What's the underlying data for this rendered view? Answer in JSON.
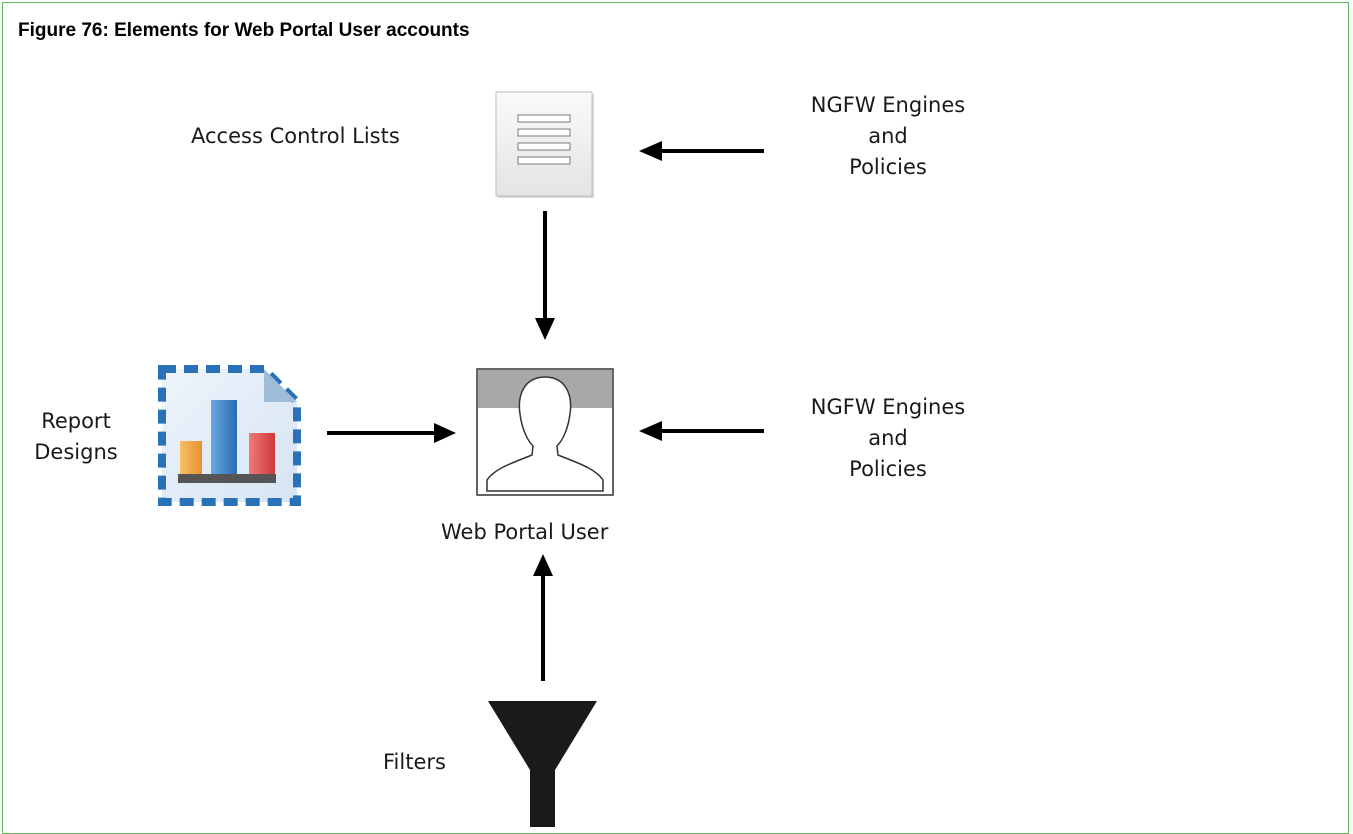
{
  "figure": {
    "caption": "Figure 76: Elements for Web Portal User accounts"
  },
  "nodes": {
    "access_control_lists": {
      "label": "Access Control Lists",
      "icon": "document-list-icon"
    },
    "web_portal_user": {
      "label": "Web Portal User",
      "icon": "user-silhouette-icon"
    },
    "report_designs": {
      "label_line1": "Report",
      "label_line2": "Designs",
      "icon": "report-chart-icon"
    },
    "filters": {
      "label": "Filters",
      "icon": "funnel-icon"
    },
    "ngfw_top": {
      "line1": "NGFW Engines",
      "line2": "and",
      "line3": "Policies"
    },
    "ngfw_right": {
      "line1": "NGFW Engines",
      "line2": "and",
      "line3": "Policies"
    }
  },
  "colors": {
    "frame_border": "#5fb85f",
    "arrow": "#000000",
    "report_dashes": "#2a72b8",
    "bar_orange": "#f2a33a",
    "bar_blue": "#3a7fc8",
    "bar_red": "#e04a4a"
  }
}
